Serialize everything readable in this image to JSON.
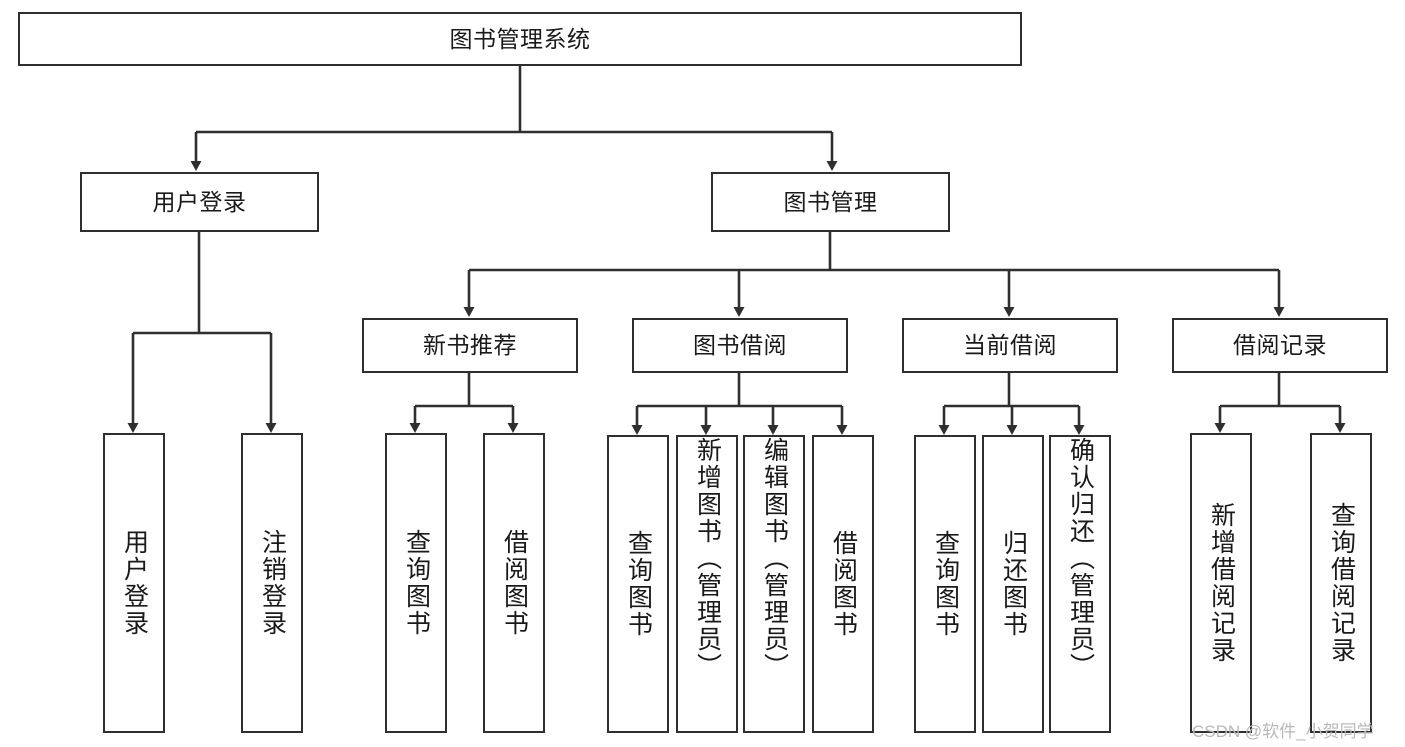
{
  "diagram": {
    "title_text": "图书管理系统",
    "colors": {
      "box_border": "#2f2f2f",
      "box_fill": "#ffffff",
      "connector": "#2f2f2f",
      "text": "#1a1a1a",
      "watermark": "#b9b9b9",
      "background": "#ffffff"
    },
    "root": {
      "label": "图书管理系统"
    },
    "level1": [
      {
        "label": "用户登录"
      },
      {
        "label": "图书管理"
      }
    ],
    "level2": [
      {
        "label": "新书推荐"
      },
      {
        "label": "图书借阅"
      },
      {
        "label": "当前借阅"
      },
      {
        "label": "借阅记录"
      }
    ],
    "leaves": {
      "user_login": [
        {
          "label": "用户登录"
        },
        {
          "label": "注销登录"
        }
      ],
      "new_book": [
        {
          "label": "查询图书"
        },
        {
          "label": "借阅图书"
        }
      ],
      "book_borrow": [
        {
          "label": "查询图书"
        },
        {
          "label": "新增图书（管理员）"
        },
        {
          "label": "编辑图书（管理员）"
        },
        {
          "label": "借阅图书"
        }
      ],
      "current_borrow": [
        {
          "label": "查询图书"
        },
        {
          "label": "归还图书"
        },
        {
          "label": "确认归还（管理员）"
        }
      ],
      "borrow_record": [
        {
          "label": "新增借阅记录"
        },
        {
          "label": "查询借阅记录"
        }
      ]
    }
  },
  "watermark": {
    "text": "CSDN @软件_小贺同学"
  }
}
